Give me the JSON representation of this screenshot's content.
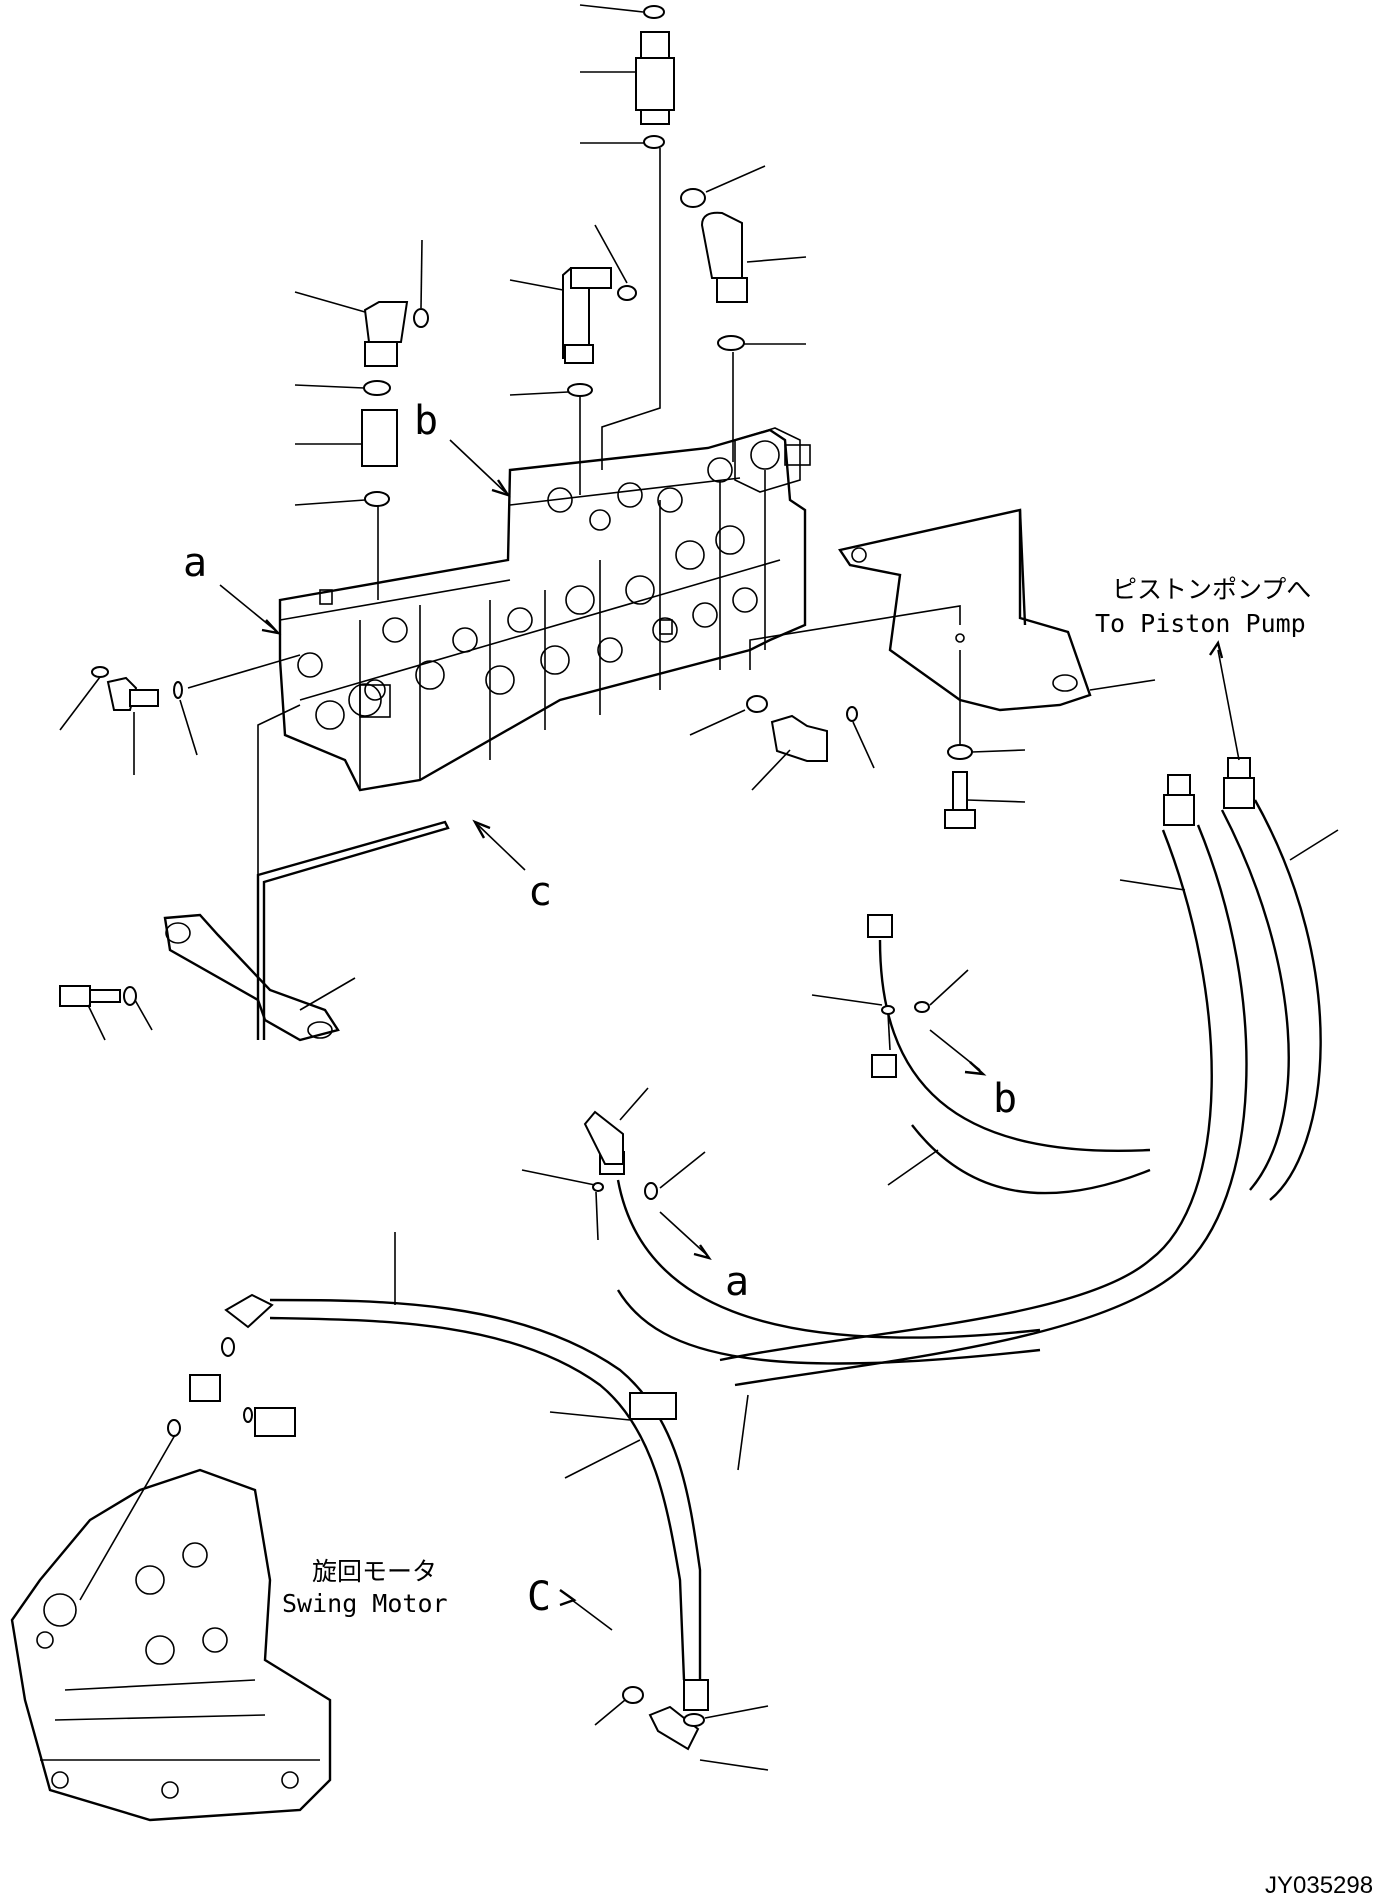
{
  "labels": {
    "a": "a",
    "b": "b",
    "c": "c",
    "a2": "a",
    "b2": "b",
    "C": "C"
  },
  "notes": {
    "piston_pump_jp": "ピストンポンプへ",
    "piston_pump_en": "To Piston Pump",
    "swing_motor_jp": "旋回モータ",
    "swing_motor_en": "Swing Motor"
  },
  "drawing_code": "JY035298"
}
